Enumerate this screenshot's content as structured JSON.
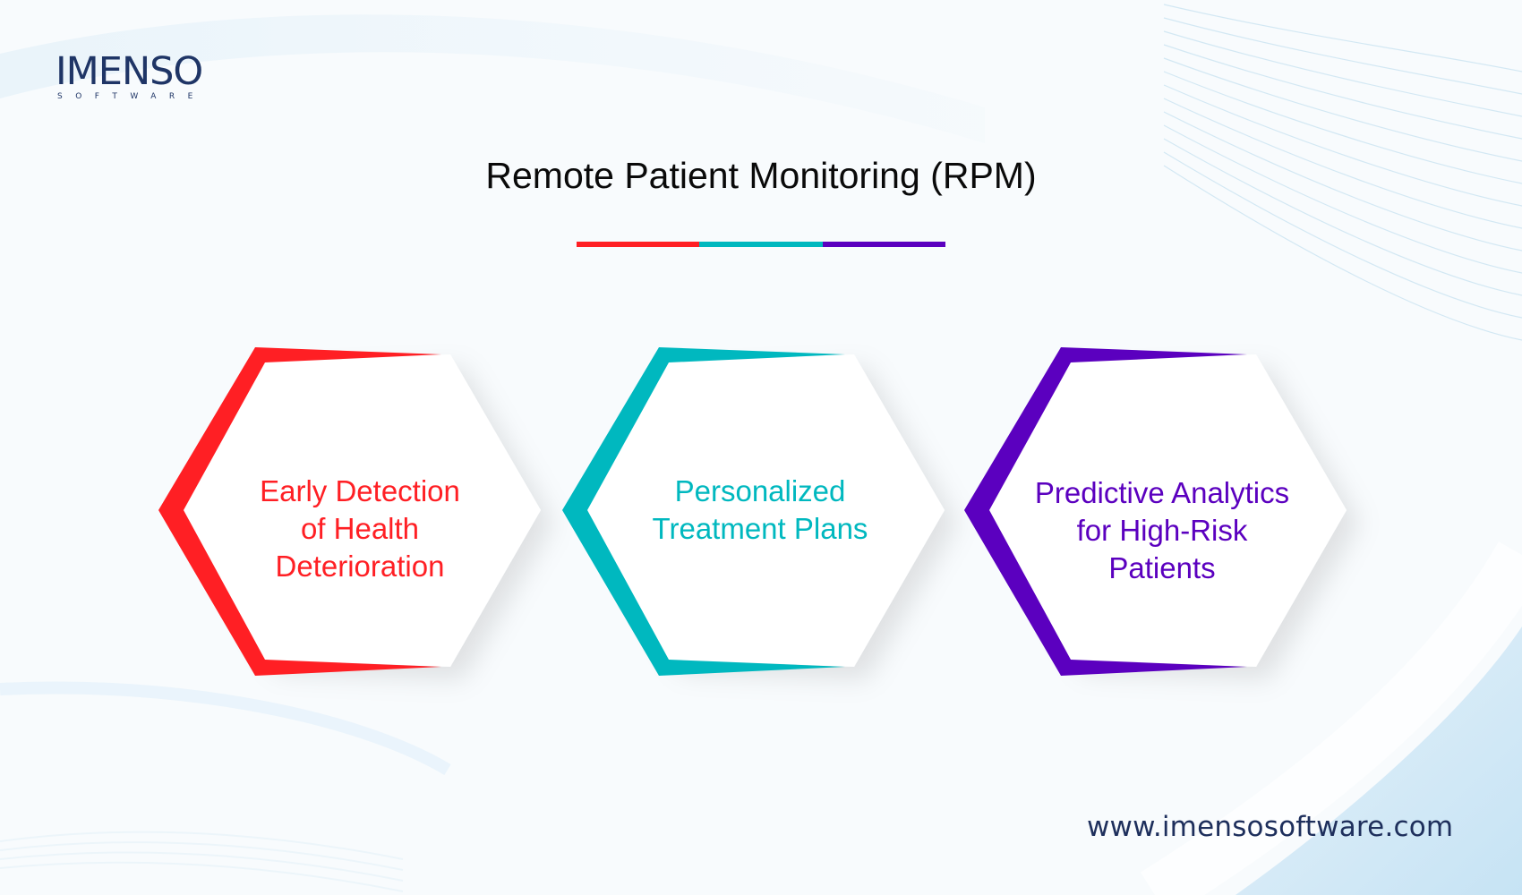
{
  "logo": {
    "name": "IMENSO",
    "tagline": "SOFTWARE"
  },
  "title": "Remote Patient Monitoring (RPM)",
  "divider_colors": [
    "#ff1f24",
    "#00b8bf",
    "#5b00bf"
  ],
  "cards": [
    {
      "label": "Early Detection of Health Deterioration",
      "lines": [
        "Early Detection",
        "of Health",
        "Deterioration"
      ],
      "color": "#ff1f24"
    },
    {
      "label": "Personalized Treatment Plans",
      "lines": [
        "Personalized",
        "Treatment Plans"
      ],
      "color": "#00b8bf"
    },
    {
      "label": "Predictive Analytics for High-Risk Patients",
      "lines": [
        "Predictive Analytics",
        "for High-Risk",
        "Patients"
      ],
      "color": "#5b00bf"
    }
  ],
  "footer": {
    "url": "www.imensosoftware.com"
  }
}
